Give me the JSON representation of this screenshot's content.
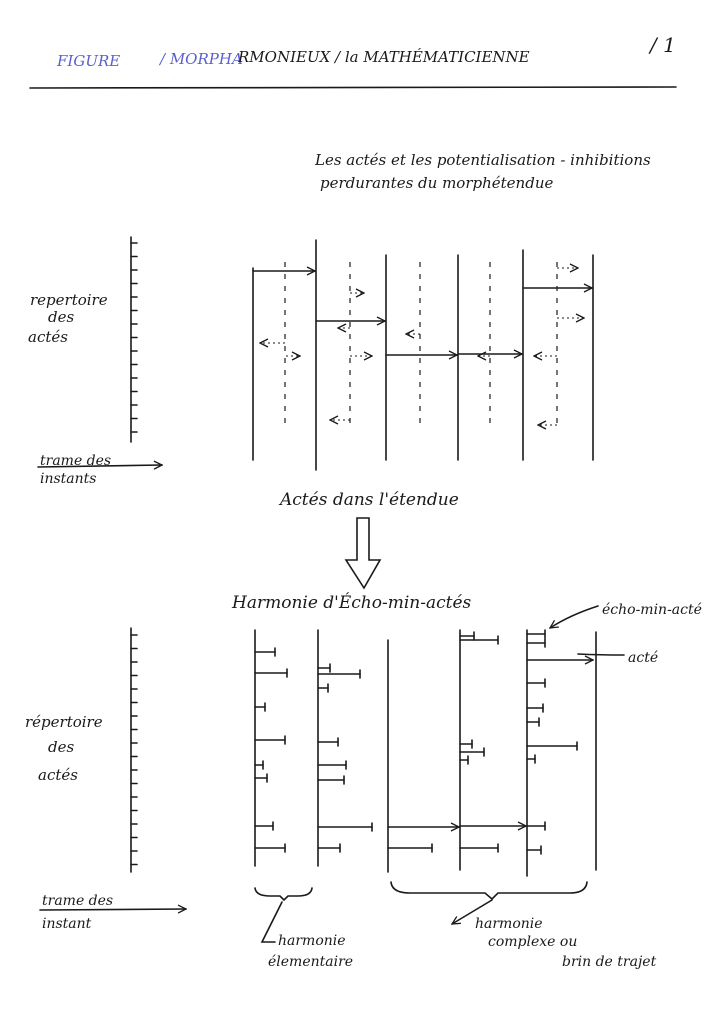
{
  "header": {
    "figure_label": "FIGURE",
    "series_blue": "/ MORPHA",
    "series_black": "RMONIEUX / la MATHÉMATICIENNE",
    "page_number": "/ 1",
    "blue_color": "#5a5fd0"
  },
  "top_diagram": {
    "caption_line1": "Les actés et les potentialisation - inhibitions",
    "caption_line2": "perdurantes du morphétendue",
    "y_axis_label": [
      "repertoire",
      "des",
      "actés"
    ],
    "x_axis_label": [
      "trame des",
      "instants"
    ],
    "title": "Actés dans l'étendue"
  },
  "bottom_diagram": {
    "title": "Harmonie d'Écho-min-actés",
    "label_echo": "écho-min-acté",
    "label_acte": "acté",
    "y_axis_label": [
      "répertoire",
      "des",
      "actés"
    ],
    "x_axis_label": [
      "trame des",
      "instant"
    ],
    "brace_left_label": [
      "harmonie",
      "élementaire"
    ],
    "brace_right_label": [
      "harmonie",
      "complexe ou",
      "brin de trajet"
    ]
  }
}
